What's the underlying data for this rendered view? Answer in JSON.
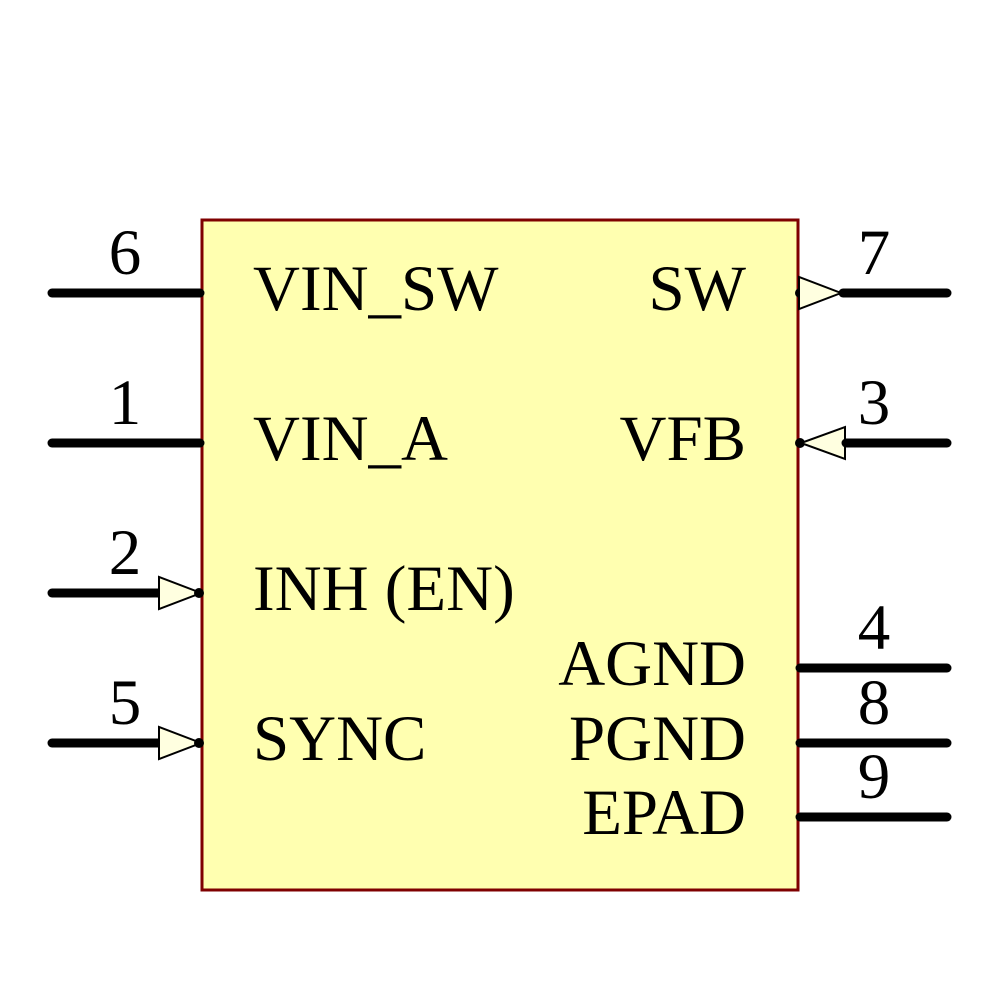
{
  "colors": {
    "background": "#FFFFFF",
    "body_fill": "#FFFFB0",
    "body_border": "#7F0000",
    "pin_line": "#000000",
    "arrow_fill": "#FFFFE0",
    "text": "#000000"
  },
  "symbol": {
    "left_pins": [
      {
        "number": "6",
        "label": "VIN_SW",
        "arrow": "none"
      },
      {
        "number": "1",
        "label": "VIN_A",
        "arrow": "input"
      },
      {
        "number": "2",
        "label": "INH (EN)",
        "arrow": "input"
      },
      {
        "number": "5",
        "label": "SYNC",
        "arrow": "input"
      }
    ],
    "right_pins": [
      {
        "number": "7",
        "label": "SW",
        "arrow": "output"
      },
      {
        "number": "3",
        "label": "VFB",
        "arrow": "input"
      },
      {
        "number": "4",
        "label": "AGND",
        "arrow": "none"
      },
      {
        "number": "8",
        "label": "PGND",
        "arrow": "none"
      },
      {
        "number": "9",
        "label": "EPAD",
        "arrow": "none"
      }
    ]
  }
}
